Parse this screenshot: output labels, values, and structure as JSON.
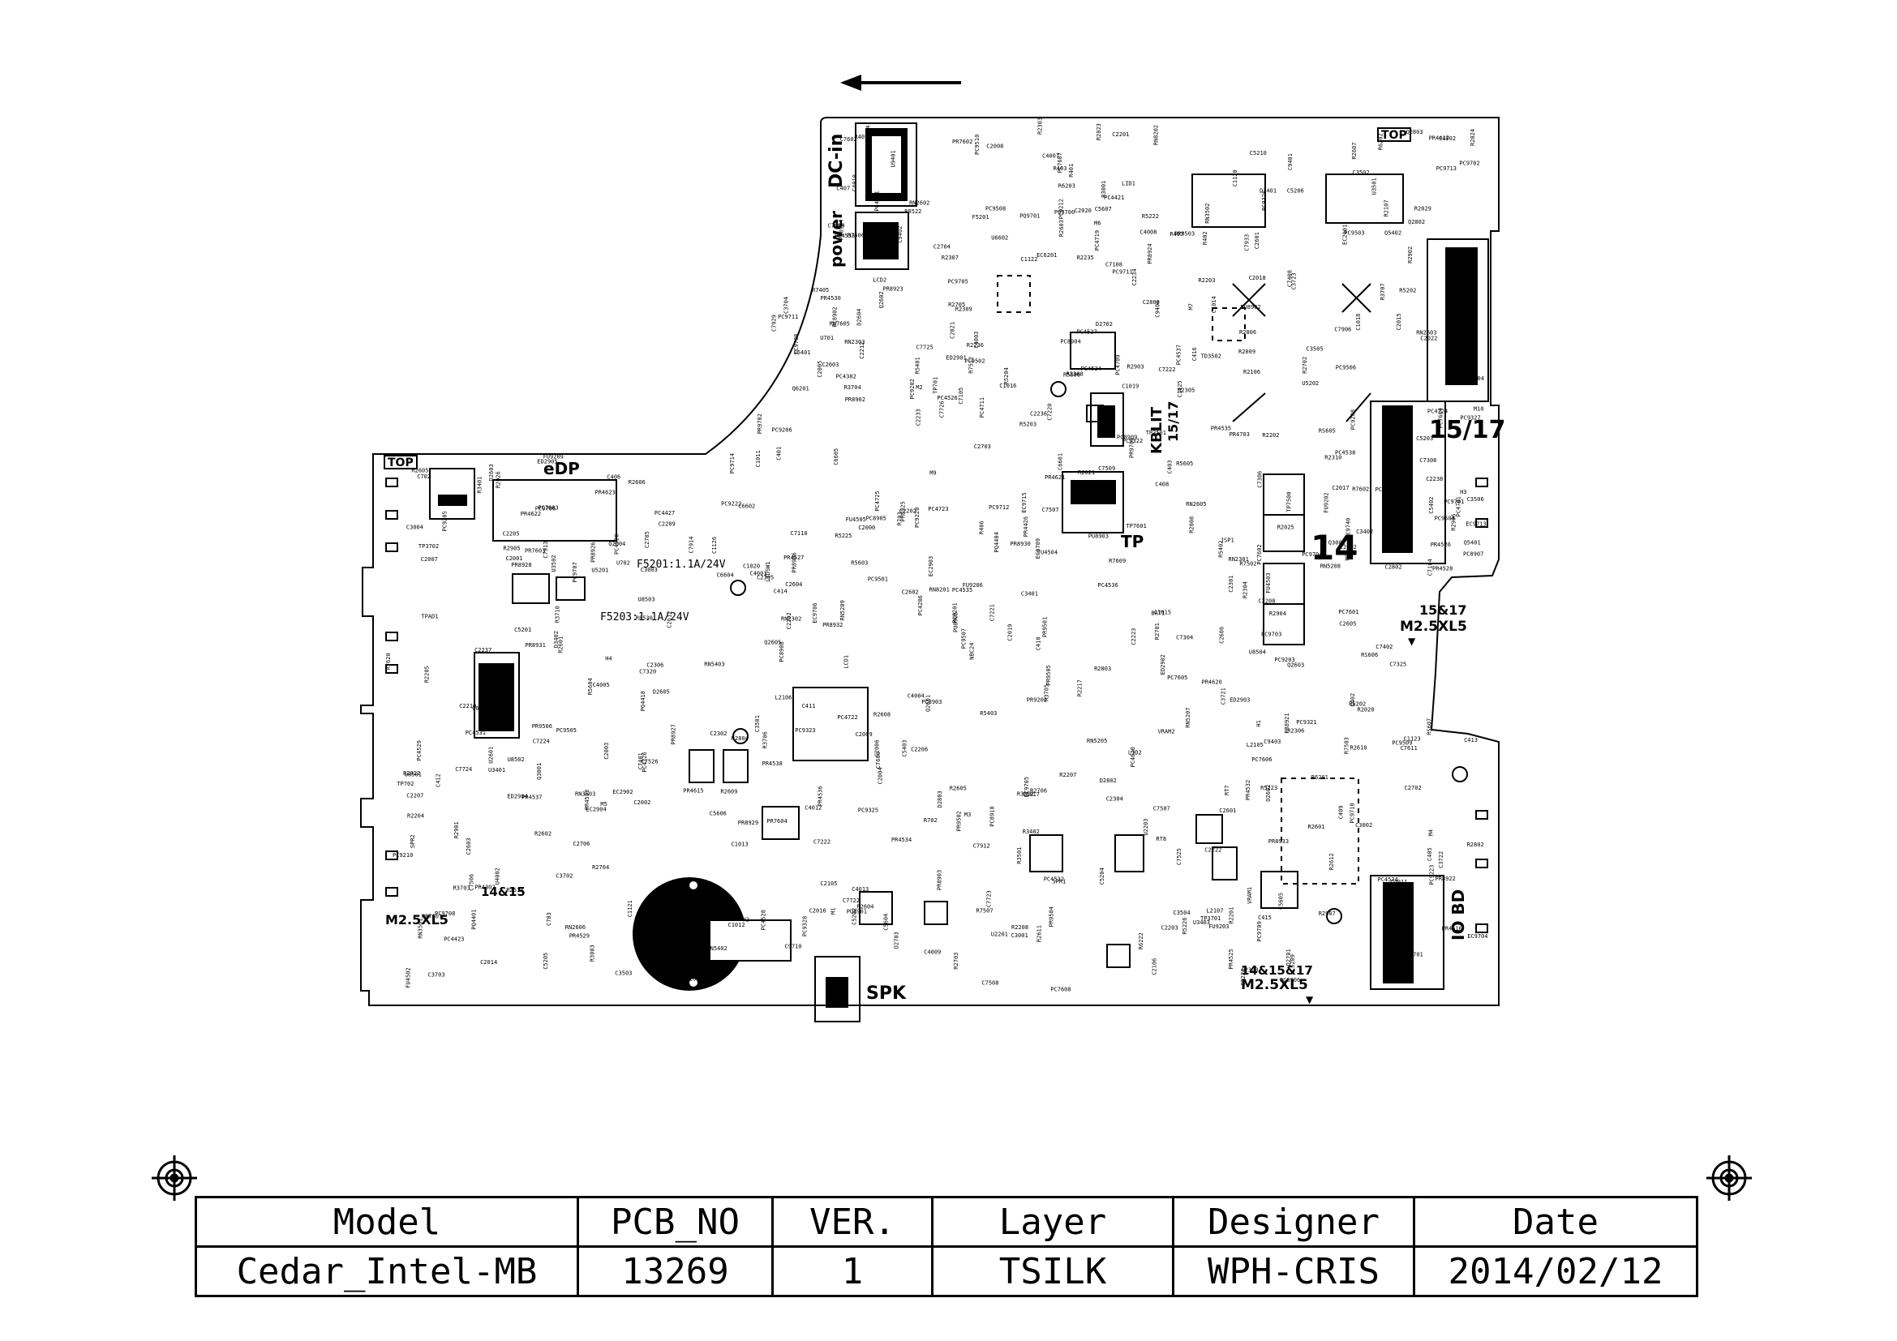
{
  "board": {
    "edge_labels": {
      "dc_in": "DC-in",
      "power": "power",
      "edp": "eDP",
      "top_left": "TOP",
      "top_right": "TOP",
      "kblit": "KBLIT",
      "kblit_sub": "15/17",
      "tp": "TP",
      "spk": "SPK",
      "io_bd": "IO BD",
      "zone_15_17": "15/17",
      "zone_14": "14",
      "hole_right": "15&17",
      "hole_right_sub": "M2.5XL5",
      "hole_left": "M2.5XL5",
      "hole_left_zone": "14&15",
      "hole_bottom": "14&15&17",
      "hole_bottom_sub": "M2.5XL5",
      "fuse1": "F5201:1.1A/24V",
      "fuse2": "F5203:1.1A/24V"
    },
    "refdes": [
      "PC4206",
      "PC4427",
      "PR4302",
      "PC4302",
      "PC4421",
      "PQ4418",
      "PQ4404",
      "PC4423",
      "PR4622",
      "PR4623",
      "PC4709",
      "PC4701",
      "PC4711",
      "PR4703",
      "PQ4401",
      "EC9740",
      "PR4621",
      "PC4719",
      "PC4721",
      "PC4722",
      "PC4724",
      "PC4723",
      "PC4725",
      "PC4726",
      "PR4615",
      "PR4616",
      "PR4620",
      "PC9711",
      "PC4620",
      "PR4417",
      "EC9715",
      "EC9713",
      "PR4426",
      "VRAM1",
      "VRAM2",
      "C7906",
      "C7912",
      "C7913",
      "C7914",
      "C7929",
      "C7933",
      "R7620",
      "C7604",
      "C7602",
      "C7600",
      "C7611",
      "C7506",
      "C7507",
      "R7507",
      "R7506",
      "R7609",
      "TP7601",
      "R7602",
      "C7507",
      "C7508",
      "TP7500",
      "C7509",
      "R7502",
      "R7503",
      "C7110",
      "C7108",
      "C7105",
      "C7104",
      "R7405",
      "C7401",
      "C7402",
      "C7408",
      "C7722",
      "C7725",
      "C7726",
      "C7724",
      "C7723",
      "RN7605",
      "C7525",
      "R7512",
      "C7526",
      "C7320",
      "C7308",
      "C7306",
      "C7304",
      "C7325",
      "C7222",
      "C7224",
      "C7220",
      "C7221",
      "C7222",
      "FU9206",
      "FU9209",
      "FU9203",
      "FU9202",
      "PC9208",
      "PC9206",
      "PC9203",
      "PC9205",
      "PC9202",
      "PC9201",
      "PR9202",
      "PC9220",
      "PC9212",
      "PC9222",
      "PC9223",
      "PC9210",
      "R6201",
      "R6202",
      "R6203",
      "Q6201",
      "EC6201",
      "RN8202",
      "RN8201",
      "R2029",
      "R2026",
      "R2025",
      "R2020",
      "R2008",
      "R2009",
      "C2000",
      "C2001",
      "C2002",
      "C2003",
      "C2004",
      "C2005",
      "C2006",
      "C2007",
      "C2008",
      "C2009",
      "C2014",
      "C2015",
      "C2016",
      "C2017",
      "C2018",
      "C2019",
      "C2020",
      "C2021",
      "C2022",
      "R2021",
      "R2022",
      "R2023",
      "R2024",
      "R8530",
      "R8522",
      "TPAD1",
      "R6222",
      "R6202",
      "C1020",
      "C1017",
      "C1018",
      "C1019",
      "C1011",
      "C1012",
      "C1013",
      "C1014",
      "C1015",
      "C1016",
      "C2222",
      "C2223",
      "C2224",
      "C2202",
      "C2233",
      "C2234",
      "C2236",
      "C2237",
      "C2238",
      "R2235",
      "R2236",
      "R2217",
      "L2105",
      "L2106",
      "L2107",
      "C2105",
      "C2106",
      "C2107",
      "C2108",
      "R2106",
      "R2107",
      "C2601",
      "R2601",
      "C2602",
      "U2601",
      "R2602",
      "R2603",
      "R2604",
      "R2605",
      "C2603",
      "C5203",
      "C5204",
      "C5205",
      "C5206",
      "C5201",
      "C5202",
      "U5201",
      "R5223",
      "R5222",
      "R5221",
      "R5202",
      "R5203",
      "R5204",
      "RN5205",
      "RN5207",
      "RN5208",
      "RN5209",
      "U5202",
      "F5201",
      "F5203",
      "LCD1",
      "LCD2",
      "R5225",
      "R5226",
      "C5209",
      "C5210",
      "RN5402",
      "RN5403",
      "R5401",
      "R5402",
      "R5403",
      "C5401",
      "C5402",
      "C5403",
      "Q5401",
      "Q5402",
      "LID1",
      "LID2",
      "LIDSW1",
      "U4002",
      "C4001",
      "C4002",
      "C4003",
      "C4004",
      "C4005",
      "C4006",
      "C4007",
      "C4008",
      "C4009",
      "C4010",
      "C4011",
      "C4012",
      "C4013",
      "Q3001",
      "Q3002",
      "C3001",
      "C3002",
      "C3003",
      "C3004",
      "R3001",
      "R3002",
      "R3003",
      "U3501",
      "U3502",
      "C3501",
      "C3502",
      "C3503",
      "C3504",
      "C3505",
      "C3506",
      "R3501",
      "RN3501",
      "RN3502",
      "RN3503",
      "TP3501",
      "TD3502",
      "U3403",
      "U3401",
      "C3401",
      "C3402",
      "R3401",
      "R3402",
      "D3401",
      "D3402",
      "R2901",
      "R2902",
      "R2903",
      "R2904",
      "R2905",
      "R2906",
      "R2907",
      "ED2901",
      "ED2902",
      "ED2903",
      "ED2904",
      "ED2905",
      "C2701",
      "C2702",
      "C2703",
      "C2704",
      "C2705",
      "C2706",
      "R2701",
      "R2702",
      "R2703",
      "R2704",
      "R2705",
      "R2706",
      "D2701",
      "D2702",
      "D2703",
      "BAT1",
      "JSP1",
      "EC2901",
      "EC2902",
      "EC2903",
      "EC2904",
      "C2201",
      "C2202",
      "C2203",
      "C2205",
      "C2206",
      "C2207",
      "C2208",
      "C2209",
      "R2201",
      "R2202",
      "R2203",
      "R2204",
      "R2205",
      "R2206",
      "R2207",
      "R2208",
      "U2201",
      "U2202",
      "U2203",
      "SPR1",
      "SPR2",
      "C2606",
      "C2612",
      "R3707",
      "C3702",
      "C3703",
      "C3704",
      "R3704",
      "R3705",
      "R3706",
      "R3703",
      "R3710",
      "U3701",
      "TP3701",
      "TP3702",
      "C3721",
      "C3722",
      "C3723",
      "C1120",
      "C1121",
      "C1122",
      "C1123",
      "C1125",
      "C1126",
      "C2210",
      "C2212",
      "PC9321",
      "PC9322",
      "PC9323",
      "PC9324",
      "PC9325",
      "PC9326",
      "PC9327",
      "PC9328",
      "PR8902",
      "PR8903",
      "PR8906",
      "PC8901",
      "PC8902",
      "PC8903",
      "PC8904",
      "PC8905",
      "PC8906",
      "PC8907",
      "PC8908",
      "PC8909",
      "PC8910",
      "PU8901",
      "PU8902",
      "PU8903",
      "PU8904",
      "PU8905",
      "EC9708",
      "EC9706",
      "EC9704",
      "EC9705",
      "EC9709",
      "PC9501",
      "PC9502",
      "PC9503",
      "PC9504",
      "PC9505",
      "PC9506",
      "PC9507",
      "PC9508",
      "PC9509",
      "PC9510",
      "PR9501",
      "PR9502",
      "PR9503",
      "PR9504",
      "PR9505",
      "PR9506",
      "FU4504",
      "FU4505",
      "FU4502",
      "FU4503",
      "PC4520",
      "PC4524",
      "PC4526",
      "PC4527",
      "PC4528",
      "PC4529",
      "PR4525",
      "PR4526",
      "PR4527",
      "PR4528",
      "PR4529",
      "PR4530",
      "PC4531",
      "PC4532",
      "PC4533",
      "PC4534",
      "PC4535",
      "PC4536",
      "PC4537",
      "PC4538",
      "PR4532",
      "PR4533",
      "PR4534",
      "PR4535",
      "PR4536",
      "PR4537",
      "PR4538",
      "RN2602",
      "RN2603",
      "R2601",
      "NBC24",
      "Q2601",
      "Q2602",
      "Q2603",
      "Q2604",
      "Q2605",
      "C2601",
      "C2602",
      "C2603",
      "C2604",
      "C2605",
      "R2605",
      "R2606",
      "R2607",
      "R2608",
      "R2609",
      "R2610",
      "R2611",
      "R2612",
      "R2613",
      "RN2605",
      "RN2606",
      "D2602",
      "D2603",
      "D2604",
      "D2605",
      "Q2802",
      "Q2803",
      "D2802",
      "D2803",
      "C2802",
      "C2803",
      "R2802",
      "R2803",
      "R2804",
      "R2805",
      "R2806",
      "C5607",
      "C5606",
      "C5605",
      "C5604",
      "R5606",
      "R5605",
      "R5604",
      "R5603",
      "RS605",
      "RS606",
      "RS607",
      "U9401",
      "C9401",
      "C9402",
      "C9403",
      "C9404",
      "U6602",
      "C6601",
      "C6602",
      "C6603",
      "C6604",
      "C6605",
      "PR8921",
      "PR8922",
      "PR8923",
      "PR8924",
      "PR8925",
      "PR8926",
      "PR8927",
      "PR8928",
      "PR8929",
      "PR8930",
      "PR8931",
      "PR8932",
      "PR8933",
      "RT7",
      "RT8",
      "C702",
      "C703",
      "R702",
      "R703",
      "TP701",
      "TP702",
      "U701",
      "U702",
      "R401",
      "R402",
      "R403",
      "R404",
      "R405",
      "R406",
      "R407",
      "C401",
      "C402",
      "C403",
      "C404",
      "C405",
      "C406",
      "C407",
      "C408",
      "C409",
      "C410",
      "C411",
      "C412",
      "C413",
      "C414",
      "C415",
      "C416",
      "R2303",
      "R2304",
      "R2305",
      "R2306",
      "R2307",
      "R2308",
      "R2309",
      "R2310",
      "C2301",
      "C2302",
      "C2303",
      "C2304",
      "C2305",
      "C2306",
      "RN2301",
      "RN2302",
      "RN2303",
      "C9710",
      "PQ9700",
      "PQ9701",
      "PR9701",
      "PR9702",
      "PC9701",
      "PC9702",
      "PC9703",
      "PC9704",
      "PC9705",
      "PC9706",
      "PC9707",
      "PC9708",
      "PC9709",
      "PC9710",
      "PC9711",
      "PC9712",
      "PC9713",
      "PC9714",
      "PR7601",
      "PR7602",
      "PR7603",
      "PR7604",
      "PC7601",
      "PC7602",
      "PC7603",
      "PC7604",
      "PC7605",
      "PC7606",
      "PC7607",
      "PC7608",
      "U8501",
      "U8502",
      "U8503",
      "U8504",
      "M1",
      "M2",
      "M3",
      "M4",
      "M5",
      "M6",
      "M7",
      "M8",
      "M9",
      "M10",
      "H1",
      "H2",
      "H3",
      "H4"
    ]
  },
  "title_block": {
    "headers": [
      "Model",
      "PCB_NO",
      "VER.",
      "Layer",
      "Designer",
      "Date"
    ],
    "values": [
      "Cedar_Intel-MB",
      "13269",
      "1",
      "TSILK",
      "WPH-CRIS",
      "2014/02/12"
    ]
  }
}
